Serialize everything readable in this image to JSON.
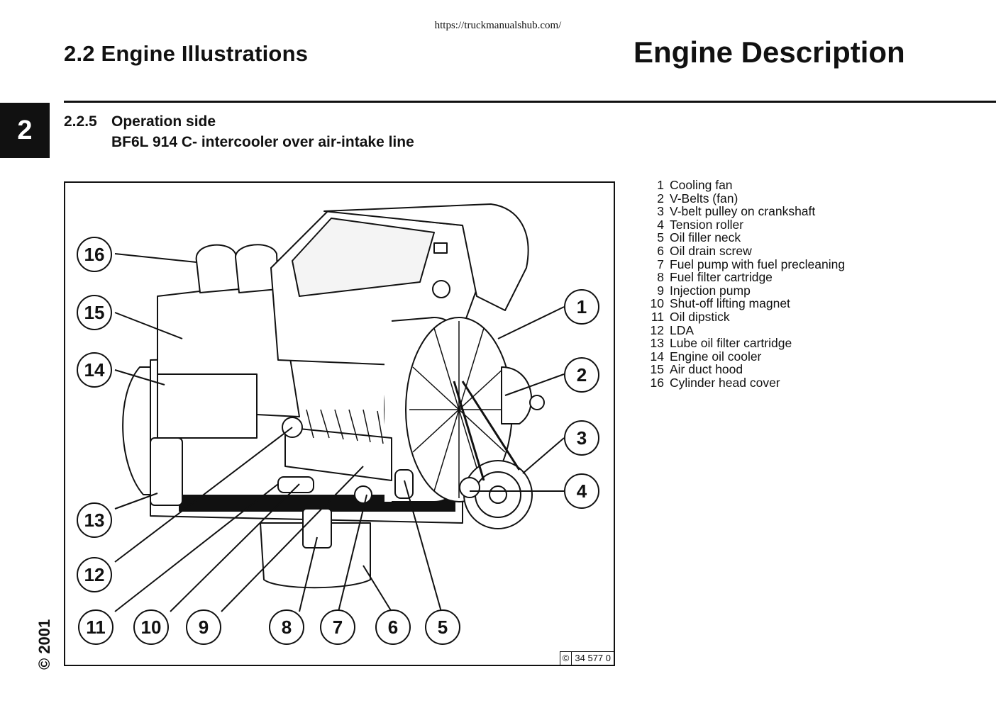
{
  "header": {
    "url": "https://truckmanualshub.com/",
    "section_title": "2.2  Engine  Illustrations",
    "document_title": "Engine Description",
    "chapter_tab": "2"
  },
  "subsection": {
    "number": "2.2.5",
    "title": "Operation side",
    "subtitle": "BF6L 914 C- intercooler over air-intake line"
  },
  "figure": {
    "copyright_symbol": "©",
    "figure_number": "34 577  0",
    "callouts": [
      "1",
      "2",
      "3",
      "4",
      "5",
      "6",
      "7",
      "8",
      "9",
      "10",
      "11",
      "12",
      "13",
      "14",
      "15",
      "16"
    ]
  },
  "legend": [
    {
      "num": "1",
      "label": "Cooling fan"
    },
    {
      "num": "2",
      "label": "V-Belts  (fan)"
    },
    {
      "num": "3",
      "label": "V-belt  pulley  on  crankshaft"
    },
    {
      "num": "4",
      "label": "Tension  roller"
    },
    {
      "num": "5",
      "label": "Oil filler neck"
    },
    {
      "num": "6",
      "label": "Oil  drain  screw"
    },
    {
      "num": "7",
      "label": "Fuel  pump  with  fuel  precleaning"
    },
    {
      "num": "8",
      "label": "Fuel  filter  cartridge"
    },
    {
      "num": "9",
      "label": "Injection pump"
    },
    {
      "num": "10",
      "label": "Shut-off  lifting  magnet"
    },
    {
      "num": "11",
      "label": "Oil dipstick"
    },
    {
      "num": "12",
      "label": "LDA"
    },
    {
      "num": "13",
      "label": "Lube  oil  filter  cartridge"
    },
    {
      "num": "14",
      "label": "Engine oil cooler"
    },
    {
      "num": "15",
      "label": "Air  duct  hood"
    },
    {
      "num": "16",
      "label": "Cylinder  head  cover"
    }
  ],
  "footer": {
    "copyright": "© 2001"
  }
}
